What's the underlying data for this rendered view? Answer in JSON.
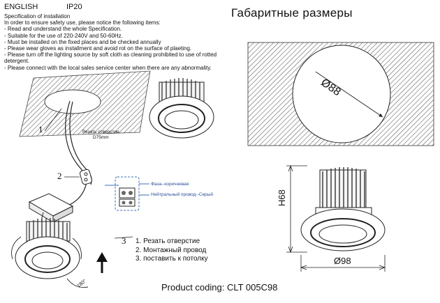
{
  "header": {
    "language": "ENGLISH",
    "ip_rating": "IP20"
  },
  "specification": {
    "title": "Specification of installation",
    "lines": [
      "In order to ensure safety use, please notice the following items:",
      "- Read and understand the whole Specification.",
      "- Suitable for the use of 220-240V and 50-60Hz.",
      "- Must be installed on the fixed places and be checked annually",
      "- Please wear gloves as installment and avoid rot on the surface of plaeting.",
      "- Please turn off the lighting source by soft cloth as cleaning prohibited to use of rotted detergent.",
      "- Please connect with the local sales service center when there are any abnormality."
    ]
  },
  "dimensions_title": "Габаритные размеры",
  "cutout": {
    "label_line1": "Резать отверстие",
    "label_line2": "D75mm"
  },
  "callouts": {
    "one": "1",
    "two": "2",
    "three": "3"
  },
  "wiring": {
    "phase": "Фаза--коричневая",
    "neutral": "Нейтральный провод--Серый"
  },
  "steps": [
    "1. Резать отверстие",
    "2. Монтажный провод",
    "3. поставить к потолку"
  ],
  "rotation_label": "180°",
  "dims": {
    "hole_diameter": "Ø88",
    "height": "H68",
    "outer_diameter": "Ø98"
  },
  "footer": "Product coding: CLT 005C98"
}
